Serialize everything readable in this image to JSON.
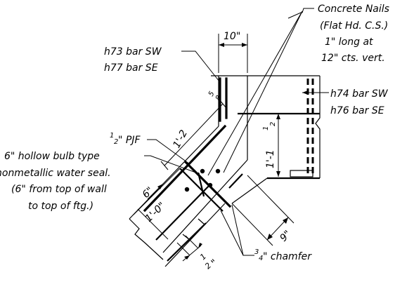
{
  "callouts": {
    "nails": [
      "Concrete Nails",
      "(Flat Hd. C.S.)",
      "1\" long at",
      "12\" cts. vert."
    ],
    "bars_left": [
      "h73 bar SW",
      "h77 bar SE"
    ],
    "bars_right": [
      "h74 bar SW",
      "h76 bar SE"
    ],
    "pjf": "\" PJF",
    "seal": [
      "6\" hollow bulb type",
      "nonmetallic water seal.",
      "(6\" from top of wall",
      "to top of ftg.)"
    ],
    "chamfer_frac": "3",
    "chamfer_den": "4",
    "chamfer": "\" chamfer"
  },
  "dimensions": {
    "top_width": "10\"",
    "diag_length": "1'-2",
    "diag_frac": "5",
    "diag_den": "8",
    "vert_height": "1'-1",
    "vert_frac": "1",
    "vert_den": "2",
    "six": "6\"",
    "one_foot": "1'-0\"",
    "nine": "9\"",
    "half_num": "1",
    "half_den": "2",
    "half_in": "\""
  },
  "pjf_num": "1",
  "pjf_den": "2"
}
